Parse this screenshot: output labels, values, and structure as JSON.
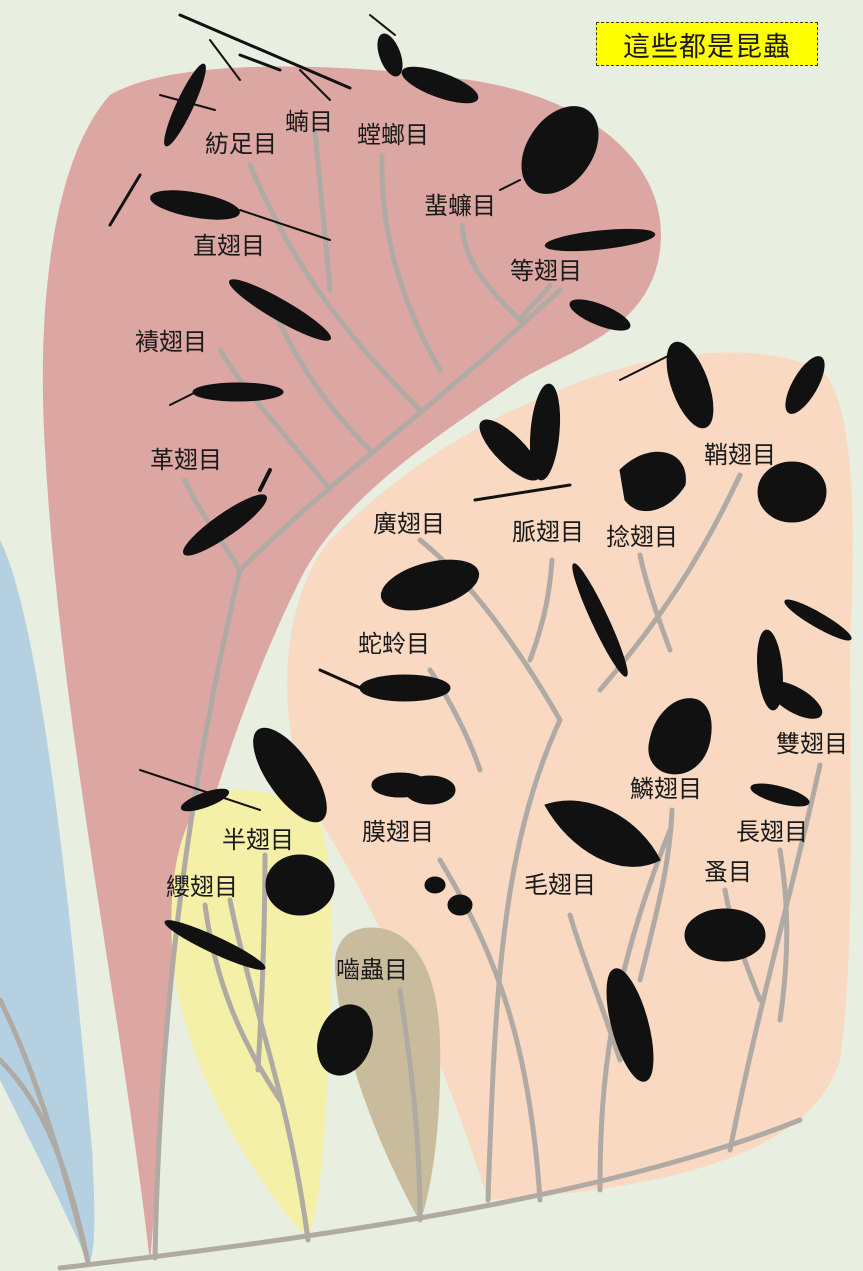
{
  "banner": "這些都是昆蟲",
  "clades": {
    "outgroup": {
      "color": "#b5d0e0"
    },
    "polyneoptera": {
      "color": "#dca6a3"
    },
    "holometabola": {
      "color": "#f9d9c2"
    },
    "hemiptera_group": {
      "color": "#f5f0a8"
    },
    "psocodea_group": {
      "color": "#c9bc9c"
    }
  },
  "orders": [
    {
      "key": "embioptera",
      "label": "紡足目"
    },
    {
      "key": "phasmatodea",
      "label": "蝻目"
    },
    {
      "key": "mantodea",
      "label": "螳螂目"
    },
    {
      "key": "blattodea",
      "label": "蜚蠊目"
    },
    {
      "key": "orthoptera",
      "label": "直翅目"
    },
    {
      "key": "isoptera",
      "label": "等翅目"
    },
    {
      "key": "plecoptera",
      "label": "襀翅目"
    },
    {
      "key": "dermaptera",
      "label": "革翅目"
    },
    {
      "key": "coleoptera",
      "label": "鞘翅目"
    },
    {
      "key": "megaloptera",
      "label": "廣翅目"
    },
    {
      "key": "neuroptera",
      "label": "脈翅目"
    },
    {
      "key": "strepsiptera",
      "label": "捻翅目"
    },
    {
      "key": "raphidioptera",
      "label": "蛇蛉目"
    },
    {
      "key": "diptera",
      "label": "雙翅目"
    },
    {
      "key": "lepidoptera",
      "label": "鱗翅目"
    },
    {
      "key": "hemiptera",
      "label": "半翅目"
    },
    {
      "key": "hymenoptera",
      "label": "膜翅目"
    },
    {
      "key": "mecoptera",
      "label": "長翅目"
    },
    {
      "key": "thysanoptera",
      "label": "纓翅目"
    },
    {
      "key": "trichoptera",
      "label": "毛翅目"
    },
    {
      "key": "siphonaptera",
      "label": "蚤目"
    },
    {
      "key": "psocodea",
      "label": "嚙蟲目"
    }
  ]
}
